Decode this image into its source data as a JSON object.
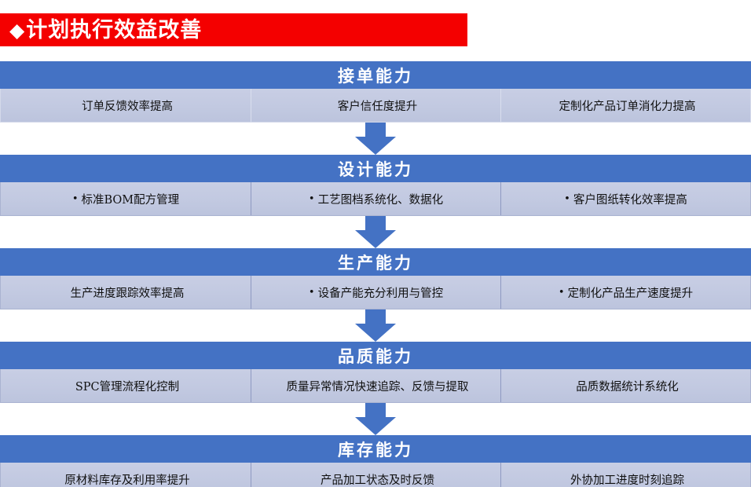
{
  "title": {
    "diamond_icon": "◆",
    "text": "计划执行效益改善",
    "banner_color": "#f40000",
    "text_color": "#ffffff"
  },
  "theme": {
    "header_blue": "#4472c4",
    "row_fill": "#c4cbe2",
    "row_border": "#8e99c2",
    "arrow_color": "#4472c4"
  },
  "flow": {
    "arrow_icon": "down-arrow",
    "sections": [
      {
        "header": "接单能力",
        "cells": [
          {
            "bullet": "",
            "text": "订单反馈效率提高"
          },
          {
            "bullet": "",
            "text": "客户信任度提升"
          },
          {
            "bullet": "",
            "text": "定制化产品订单消化力提高"
          }
        ]
      },
      {
        "header": "设计能力",
        "cells": [
          {
            "bullet": "•",
            "text": "标准BOM配方管理"
          },
          {
            "bullet": "•",
            "text": "工艺图档系统化、数据化"
          },
          {
            "bullet": "•",
            "text": "客户图纸转化效率提高"
          }
        ]
      },
      {
        "header": "生产能力",
        "cells": [
          {
            "bullet": "",
            "text": "生产进度跟踪效率提高"
          },
          {
            "bullet": "•",
            "text": "设备产能充分利用与管控"
          },
          {
            "bullet": "•",
            "text": "定制化产品生产速度提升"
          }
        ]
      },
      {
        "header": "品质能力",
        "cells": [
          {
            "bullet": "",
            "text": "SPC管理流程化控制"
          },
          {
            "bullet": "",
            "text": "质量异常情况快速追踪、反馈与提取"
          },
          {
            "bullet": "",
            "text": "品质数据统计系统化"
          }
        ]
      },
      {
        "header": "库存能力",
        "cells": [
          {
            "bullet": "",
            "text": "原材料库存及利用率提升"
          },
          {
            "bullet": "",
            "text": "产品加工状态及时反馈"
          },
          {
            "bullet": "",
            "text": "外协加工进度时刻追踪"
          }
        ]
      }
    ]
  }
}
